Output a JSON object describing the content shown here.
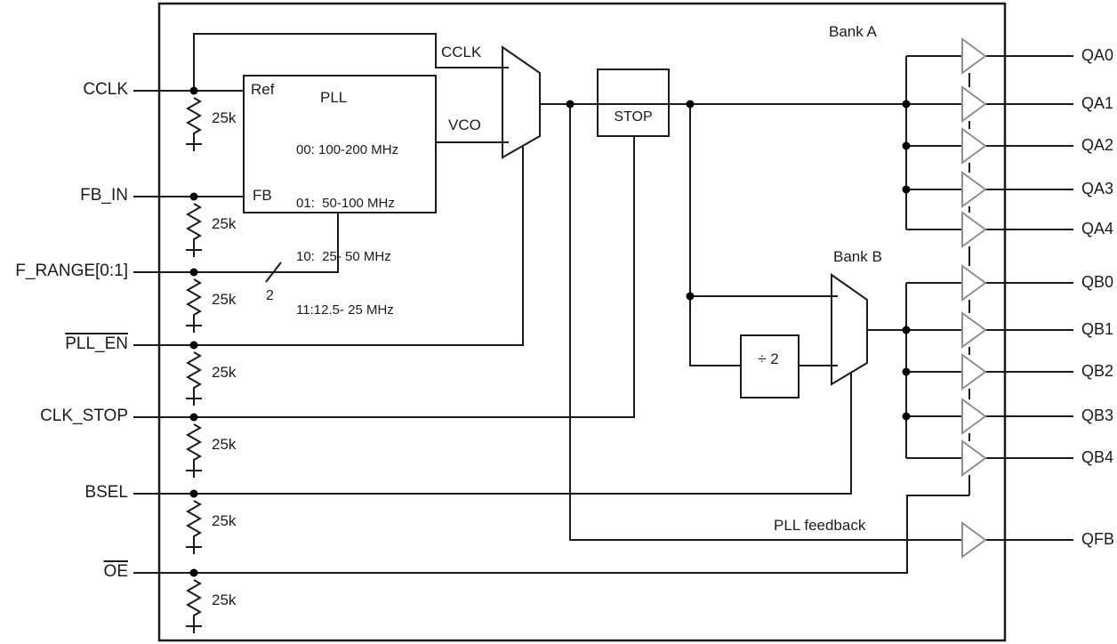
{
  "inputs": [
    {
      "label": "CCLK",
      "overline": false,
      "pull_resistor": "25k"
    },
    {
      "label": "FB_IN",
      "overline": false,
      "pull_resistor": "25k"
    },
    {
      "label": "F_RANGE[0:1]",
      "overline": false,
      "pull_resistor": "25k",
      "bus_width": "2"
    },
    {
      "label": "PLL_EN",
      "overline": true,
      "pull_resistor": "25k"
    },
    {
      "label": "CLK_STOP",
      "overline": false,
      "pull_resistor": "25k"
    },
    {
      "label": "BSEL",
      "overline": false,
      "pull_resistor": "25k"
    },
    {
      "label": "OE",
      "overline": true,
      "pull_resistor": "25k"
    }
  ],
  "pll": {
    "title": "PLL",
    "ref_pin": "Ref",
    "fb_pin": "FB",
    "ranges": [
      "00: 100-200 MHz",
      "01:  50-100 MHz",
      "10:  25- 50 MHz",
      "11:12.5- 25 MHz"
    ]
  },
  "mux_inputs": {
    "cclk": "CCLK",
    "vco": "VCO"
  },
  "blocks": {
    "stop": "STOP",
    "divider": "÷ 2"
  },
  "banks": {
    "a": "Bank A",
    "b": "Bank B"
  },
  "feedback_label": "PLL feedback",
  "bus_width_label": "2",
  "outputs": {
    "bank_a": [
      "QA0",
      "QA1",
      "QA2",
      "QA3",
      "QA4"
    ],
    "bank_b": [
      "QB0",
      "QB1",
      "QB2",
      "QB3",
      "QB4"
    ],
    "feedback": "QFB"
  },
  "colors": {
    "line": "#1b1b1b",
    "buffer_stroke": "#8f8f8f",
    "background": "#ffffff",
    "text": "#1b1b1b"
  }
}
